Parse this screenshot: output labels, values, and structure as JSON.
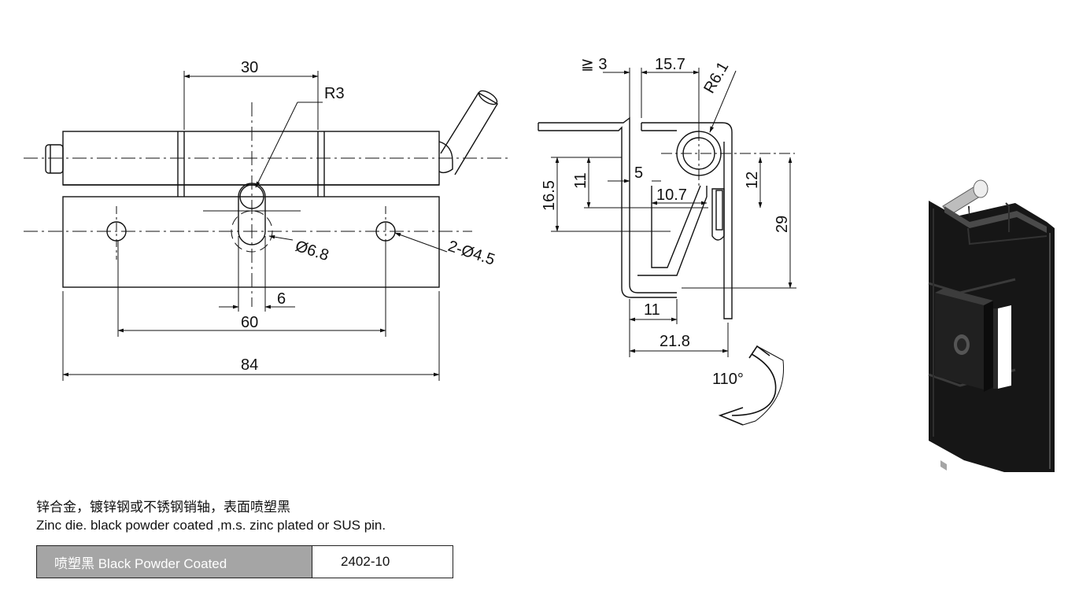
{
  "dimensions": {
    "top_gap": "30",
    "radius_small": "R3",
    "slot_dia": "Ø6.8",
    "hole_spec": "2-Ø4.5",
    "slot_offset": "6",
    "hole_pitch": "60",
    "overall_length": "84",
    "clearance": "≧ 3",
    "leaf_offset": "15.7",
    "knuckle_radius": "R6.1",
    "height_left": "16.5",
    "height_inner": "11",
    "lip": "5",
    "inner_width": "10.7",
    "height_right": "12",
    "height_total": "29",
    "base_width": "11",
    "total_depth": "21.8",
    "angle": "110°"
  },
  "description": {
    "cn": "锌合金，镀锌钢或不锈钢销轴，表面喷塑黑",
    "en": "Zinc die. black powder coated ,m.s. zinc plated or SUS pin."
  },
  "spec": {
    "finish": "喷塑黑 Black Powder Coated",
    "code": "2402-10"
  }
}
